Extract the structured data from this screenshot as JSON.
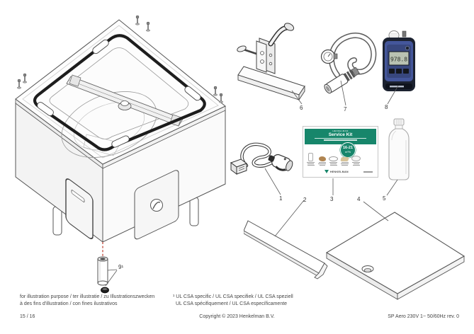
{
  "part_labels": [
    "1",
    "2",
    "3",
    "4",
    "5",
    "6",
    "7",
    "8",
    "9¹"
  ],
  "service_kit": {
    "brand": "HENKELMAN",
    "title": "Service Kit",
    "badge_top": "16-21",
    "badge_bottom": "m³/h"
  },
  "meter": {
    "lcd": "978.8"
  },
  "footer": {
    "note_line1": "for illustration purpose /  ter illustratie /  zu Illustrationszwecken",
    "note_line2": "à des fins d'illustration /  con fines ilustrativos",
    "page_number": "15 / 16",
    "footnote_line1": "¹ UL CSA specific / UL CSA specifiek / UL CSA speziell",
    "footnote_line2": "UL CSA spécifiquement / UL CSA específicamente",
    "copyright": "Copyright © 2023 Henkelman B.V.",
    "model": "SP Aero 230V 1~ 50/60Hz rev. 0"
  },
  "colors": {
    "teal": "#17866b",
    "meter_blue": "#44569b",
    "dash_red": "#cc6a5f"
  }
}
